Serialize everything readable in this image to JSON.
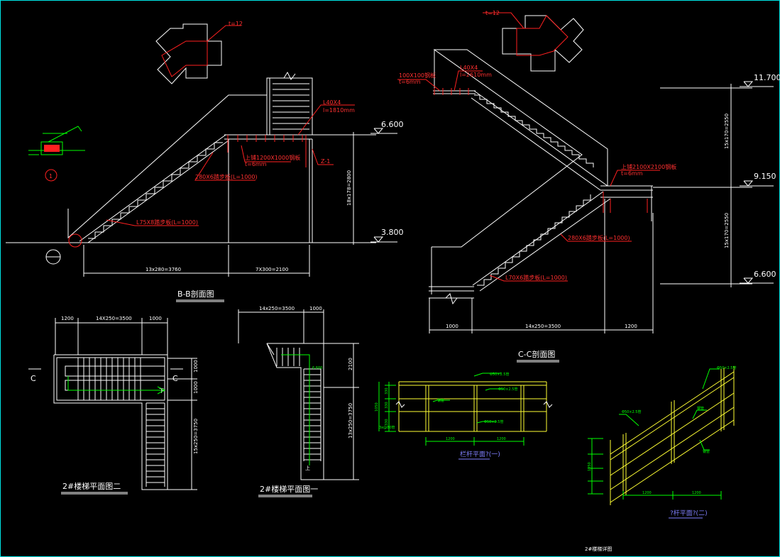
{
  "section_bb": {
    "title": "B-B剖面图",
    "level_top": "6.600",
    "level_bottom": "3.800",
    "plate_thickness": "t=12",
    "angle_label": "L40X4",
    "angle_length": "l=1810mm",
    "plate_label": "上铺1200X1000钢板",
    "plate_t": "t=6mm",
    "tread_label": "280X6踏步板(L=1000)",
    "stringer_label": "L75X8踏步板(L=1000)",
    "col_label": "Z-1",
    "dim_run": "13x280=3760",
    "dim_right": "7X300=2100",
    "dim_vertical": "18x178=2800",
    "detail_mark": "1"
  },
  "section_cc": {
    "title": "C-C剖面图",
    "level_top": "11.700",
    "level_mid": "9.150",
    "level_bottom": "6.600",
    "plate_thickness": "t=12",
    "angle_label": "L40X4",
    "angle_length": "l=2610mm",
    "plate_top_label": "100X100钢板",
    "plate_top_t": "t=6mm",
    "plate_label": "上铺2100X2100钢板",
    "plate_t": "t=6mm",
    "tread_label": "280X6踏步板(L=1000)",
    "stringer_label": "L70X6踏步板(L=1000)",
    "dim_left": "1000",
    "dim_mid": "14x250=3500",
    "dim_right": "1200",
    "dim_vert_upper": "15x170=2550",
    "dim_vert_lower": "15x170=2550"
  },
  "plan_two": {
    "title": "2#楼梯平面图二",
    "dim_a": "1200",
    "dim_b": "14X250=3500",
    "dim_c": "1000",
    "dim_side_a": "1000",
    "dim_side_b": "1000",
    "dim_long": "15x250=3750",
    "cut_mark": "C",
    "down_mark": "下"
  },
  "plan_one": {
    "title": "2#楼梯平面图一",
    "dim_top": "14x250=3500",
    "dim_top_b": "1000",
    "dim_right_a": "2100",
    "dim_right_b": "13x250=3750",
    "level": "6.600",
    "up_mark": "上"
  },
  "railing_one": {
    "title": "栏杆平面?(一)",
    "label_a": "Φ50×2.5管",
    "label_b": "Φ50×2.5管",
    "label_c": "钢管",
    "label_d": "Φ50×2.5管",
    "dim_a": "1200",
    "dim_b": "1200",
    "dim_v1": "330",
    "dim_v2": "330",
    "dim_v3": "330",
    "dim_total": "1050",
    "base_label": "3x@80管"
  },
  "railing_two": {
    "title": "?杆平面?(二)",
    "label_a": "Φ50×2.5管",
    "label_b": "Φ50×2.5管",
    "label_c": "钢管",
    "label_d": "钢管",
    "dim_a": "1200",
    "dim_b": "1200",
    "dim_v": "1050"
  },
  "footer": {
    "title": "2#楼梯详图"
  },
  "colors": {
    "background": "#000000",
    "frame": "#00e5e5",
    "line_white": "#ffffff",
    "line_red": "#ff2020",
    "line_green": "#00ff00",
    "line_yellow": "#ffff33"
  }
}
